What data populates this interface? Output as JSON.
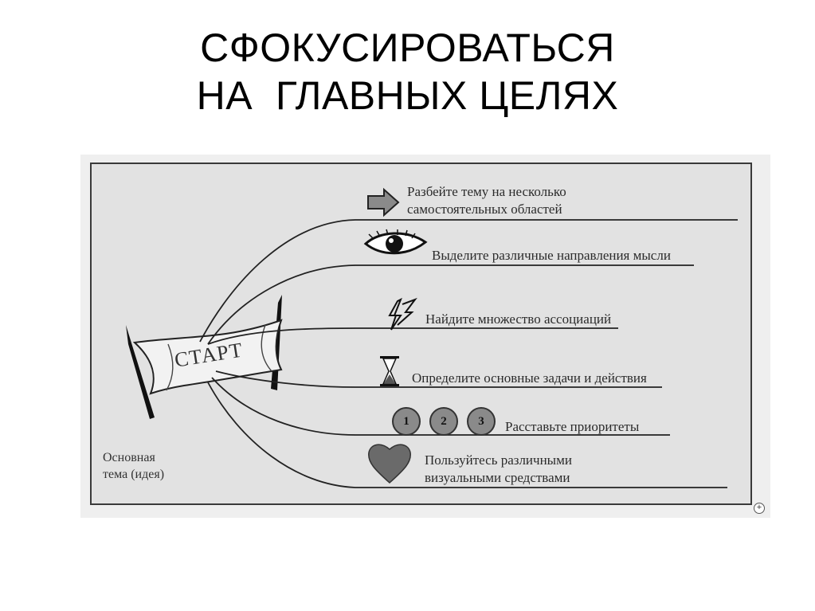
{
  "title": {
    "line1": "СФОКУСИРОВАТЬСЯ",
    "line2": "НА  ГЛАВНЫХ ЦЕЛЯХ"
  },
  "diagram": {
    "start_label": "СТАРТ",
    "main_topic": [
      "Основная",
      "тема (идея)"
    ],
    "branches": [
      {
        "icon": "arrow-right-icon",
        "lines": [
          "Разбейте тему на несколько",
          "самостоятельных областей"
        ]
      },
      {
        "icon": "eye-icon",
        "lines": [
          "Выделите различные направления мысли"
        ]
      },
      {
        "icon": "lightning-icon",
        "lines": [
          "Найдите множество ассоциаций"
        ]
      },
      {
        "icon": "hourglass-icon",
        "lines": [
          "Определите основные задачи и действия"
        ]
      },
      {
        "icon": "numbered-circles-icon",
        "badges": [
          "1",
          "2",
          "3"
        ],
        "lines": [
          "Расставьте приоритеты"
        ]
      },
      {
        "icon": "heart-icon",
        "lines": [
          "Пользуйтесь различными",
          "визуальными средствами"
        ]
      }
    ]
  }
}
